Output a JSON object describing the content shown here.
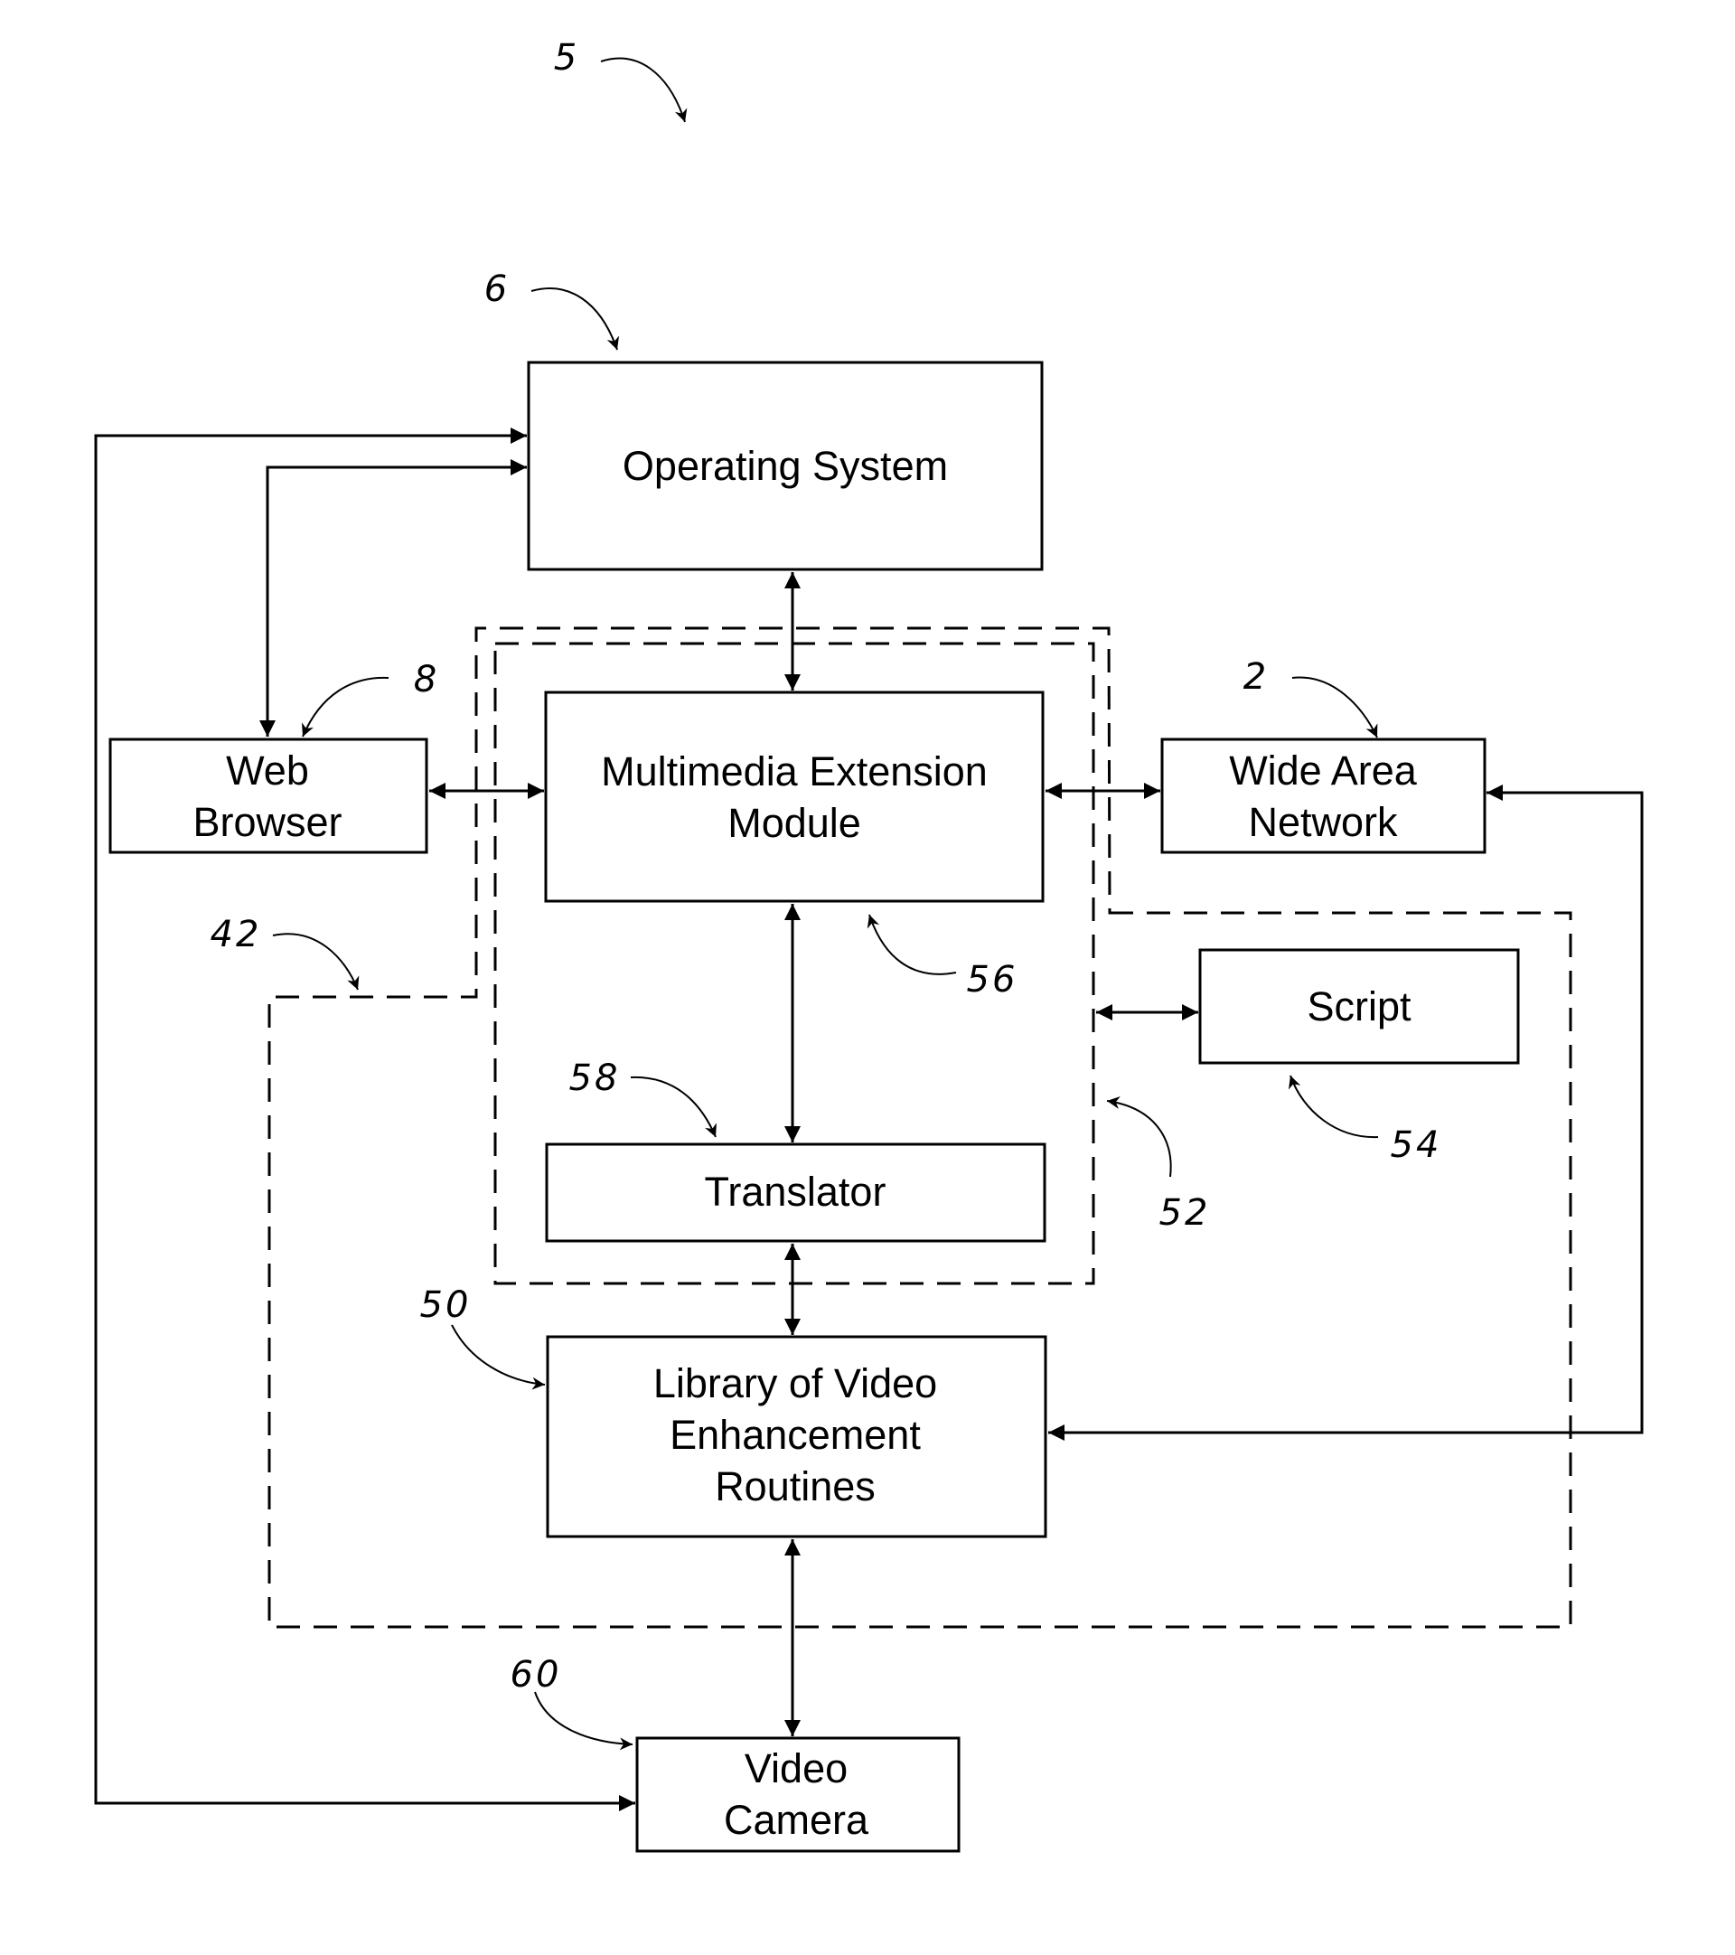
{
  "figure": {
    "ref_label": "5",
    "blocks": {
      "operating_system": {
        "lines": [
          "Operating System"
        ],
        "ref": "6"
      },
      "web_browser": {
        "lines": [
          "Web",
          "Browser"
        ],
        "ref": "8"
      },
      "multimedia_module": {
        "lines": [
          "Multimedia Extension",
          "Module"
        ],
        "ref": "56"
      },
      "wide_area_network": {
        "lines": [
          "Wide Area",
          "Network"
        ],
        "ref": "2"
      },
      "script": {
        "lines": [
          "Script"
        ],
        "ref": "54"
      },
      "translator": {
        "lines": [
          "Translator"
        ],
        "ref": "58"
      },
      "library": {
        "lines": [
          "Library of Video",
          "Enhancement",
          "Routines"
        ],
        "ref": "50"
      },
      "video_camera": {
        "lines": [
          "Video",
          "Camera"
        ],
        "ref": "60"
      }
    },
    "regions": {
      "outer_dashed": {
        "ref": "42"
      },
      "inner_dashed": {
        "ref": "52"
      }
    }
  }
}
